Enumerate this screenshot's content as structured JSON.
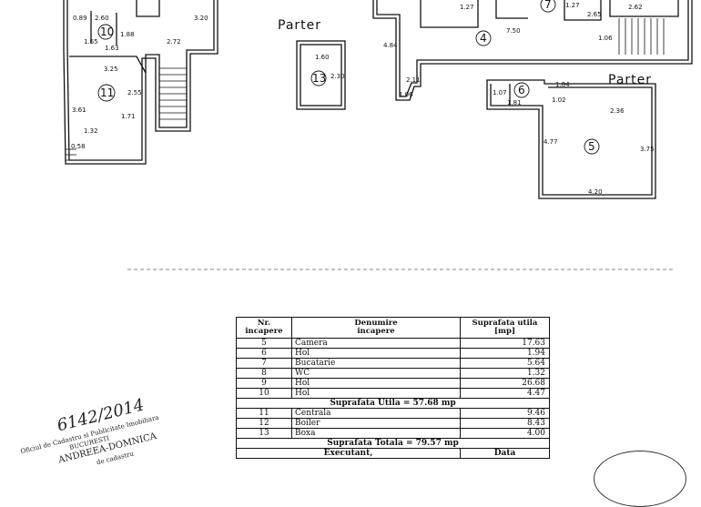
{
  "plan": {
    "parter_labels": [
      "Parter",
      "Parter"
    ],
    "rooms": [
      {
        "num": "10"
      },
      {
        "num": "11"
      },
      {
        "num": "13"
      },
      {
        "num": "4"
      },
      {
        "num": "5"
      },
      {
        "num": "6"
      },
      {
        "num": "7"
      }
    ],
    "dims": [
      "0.89",
      "2.60",
      "1.65",
      "1.88",
      "3.20",
      "2.72",
      "1.63",
      "3.25",
      "2.55",
      "3.61",
      "1.32",
      "1.71",
      "0.58",
      "1.60",
      "2.30",
      "4.84",
      "2.11",
      "1.06",
      "1.27",
      "7.50",
      "1.27",
      "2.62",
      "2.65",
      "1.06",
      "1.07",
      "1.84",
      "1.02",
      "1.81",
      "2.36",
      "4.77",
      "3.75",
      "4.20"
    ]
  },
  "table": {
    "headers": {
      "nr": "Nr.\nincapere",
      "name": "Denumire\nincapere",
      "area": "Suprafata utila\n[mp]"
    },
    "rows_a": [
      {
        "nr": "5",
        "name": "Camera",
        "area": "17.63"
      },
      {
        "nr": "6",
        "name": "Hol",
        "area": "1.94"
      },
      {
        "nr": "7",
        "name": "Bucatarie",
        "area": "5.64"
      },
      {
        "nr": "8",
        "name": "WC",
        "area": "1.32"
      },
      {
        "nr": "9",
        "name": "Hol",
        "area": "26.68"
      },
      {
        "nr": "10",
        "name": "Hol",
        "area": "4.47"
      }
    ],
    "subtotal": "Suprafata Utila = 57.68 mp",
    "rows_b": [
      {
        "nr": "11",
        "name": "Centrala",
        "area": "9.46"
      },
      {
        "nr": "12",
        "name": "Boiler",
        "area": "8.43"
      },
      {
        "nr": "13",
        "name": "Boxa",
        "area": "4.00"
      }
    ],
    "total": "Suprafata Totala = 79.57 mp",
    "footer": {
      "executant": "Executant,",
      "data": "Data"
    }
  },
  "stamp": {
    "handwritten": "6142/2014",
    "line1": "Oficiul de Cadastru si Publicitate Imobiliara",
    "line2": "BUCURESTI",
    "line3": "ANDREEA-DOMNICA",
    "line4": "de cadastru"
  }
}
